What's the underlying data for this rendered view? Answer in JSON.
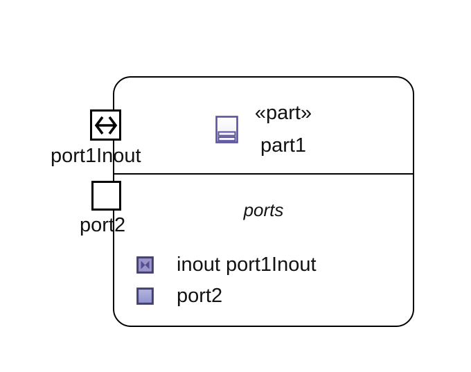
{
  "part": {
    "stereotype_label": "«part»",
    "name": "part1"
  },
  "ports_compartment": {
    "title": "ports",
    "items": [
      {
        "icon": "flow-port-inout-icon",
        "label": "inout port1Inout"
      },
      {
        "icon": "port-icon",
        "label": "port2"
      }
    ]
  },
  "edge_ports": [
    {
      "label": "port1Inout",
      "kind": "inout"
    },
    {
      "label": "port2",
      "kind": "plain"
    }
  ],
  "colors": {
    "shape_outline": "#000000",
    "mini_icon_border": "#453f72",
    "mini_icon_fill": "#9a95c9",
    "mini_icon_detail": "#554e91",
    "class_icon_border": "#5a529e",
    "class_icon_fill": "#f4f4f9",
    "class_icon_row_fill": "#ededf4"
  }
}
